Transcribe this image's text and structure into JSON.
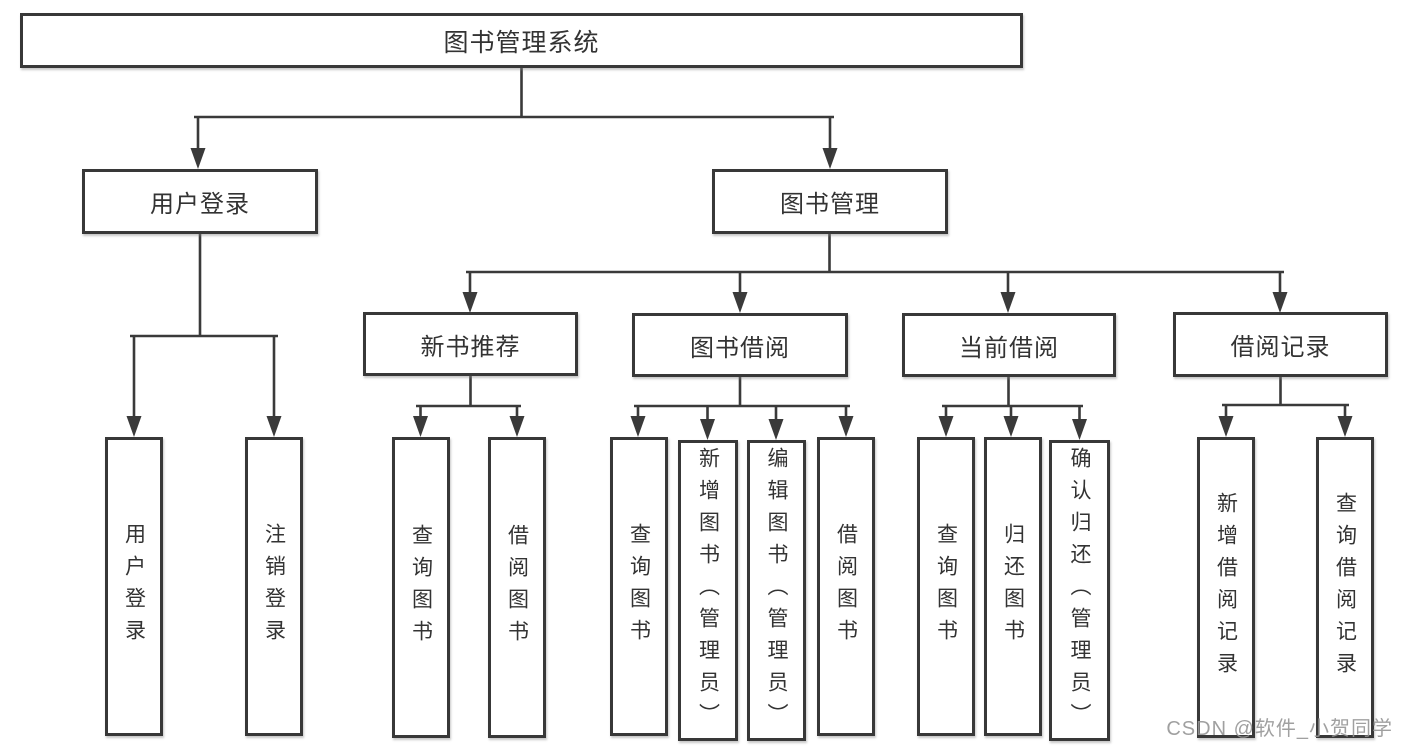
{
  "diagram_title": "图书管理系统",
  "tree": {
    "label": "图书管理系统",
    "children": [
      {
        "label": "用户登录",
        "children": [
          {
            "label": "用户登录"
          },
          {
            "label": "注销登录"
          }
        ]
      },
      {
        "label": "图书管理",
        "children": [
          {
            "label": "新书推荐",
            "children": [
              {
                "label": "查询图书"
              },
              {
                "label": "借阅图书"
              }
            ]
          },
          {
            "label": "图书借阅",
            "children": [
              {
                "label": "查询图书"
              },
              {
                "label": "新增图书（管理员）"
              },
              {
                "label": "编辑图书（管理员）"
              },
              {
                "label": "借阅图书"
              }
            ]
          },
          {
            "label": "当前借阅",
            "children": [
              {
                "label": "查询图书"
              },
              {
                "label": "归还图书"
              },
              {
                "label": "确认归还（管理员）"
              }
            ]
          },
          {
            "label": "借阅记录",
            "children": [
              {
                "label": "新增借阅记录"
              },
              {
                "label": "查询借阅记录"
              }
            ]
          }
        ]
      }
    ]
  },
  "watermark": "CSDN @软件_小贺同学",
  "colors": {
    "line": "#3a3a3a",
    "box_border": "#383838",
    "text": "#333333",
    "watermark": "#969696",
    "background": "#ffffff"
  }
}
